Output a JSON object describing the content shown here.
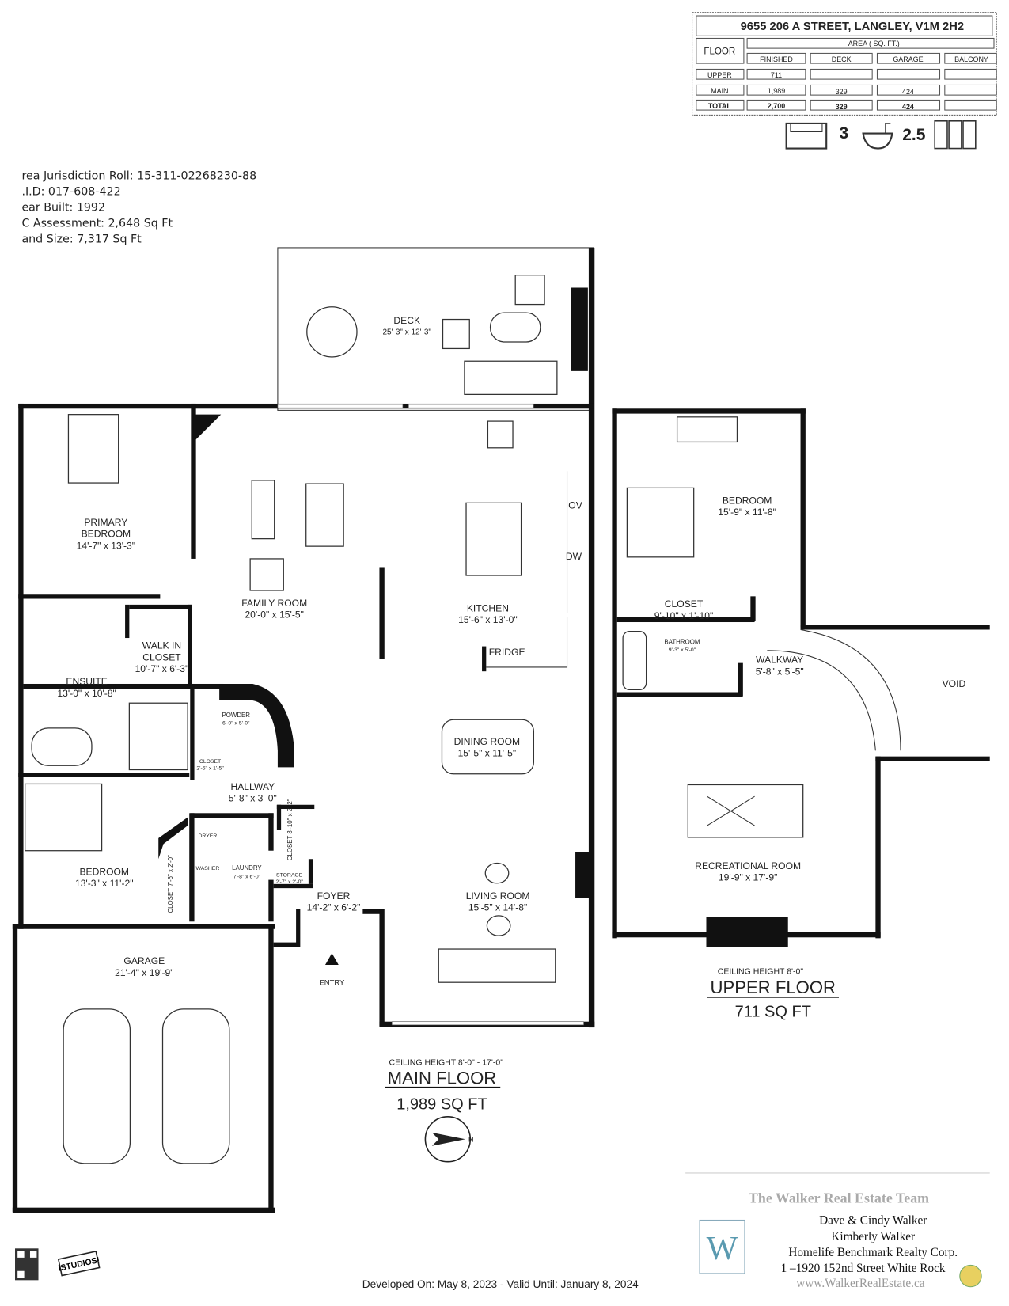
{
  "header": {
    "address": "9655 206 A STREET, LANGLEY, V1M 2H2",
    "area_header": "AREA ( SQ. FT.)",
    "floor_header": "FLOOR",
    "columns": [
      "FINISHED",
      "DECK",
      "GARAGE",
      "BALCONY"
    ],
    "rows": [
      {
        "floor": "UPPER",
        "finished": "711",
        "deck": "",
        "garage": "",
        "balcony": ""
      },
      {
        "floor": "MAIN",
        "finished": "1,989",
        "deck": "329",
        "garage": "424",
        "balcony": ""
      },
      {
        "floor": "TOTAL",
        "finished": "2,700",
        "deck": "329",
        "garage": "424",
        "balcony": ""
      }
    ],
    "bedrooms": "3",
    "bathrooms": "2.5"
  },
  "property_info": [
    "rea Jurisdiction Roll: 15-311-02268230-88",
    ".I.D: 017-608-422",
    "ear Built: 1992",
    "C Assessment: 2,648 Sq Ft",
    "and Size: 7,317 Sq Ft"
  ],
  "main_floor": {
    "rooms": {
      "deck": {
        "name": "DECK",
        "dims": "25'-3\" x 12'-3\""
      },
      "primary": {
        "name1": "PRIMARY",
        "name2": "BEDROOM",
        "dims": "14'-7\" x 13'-3\""
      },
      "family": {
        "name": "FAMILY ROOM",
        "dims": "20'-0\" x 15'-5\""
      },
      "kitchen": {
        "name": "KITCHEN",
        "dims": "15'-6\" x 13'-0\""
      },
      "walkin": {
        "name1": "WALK IN",
        "name2": "CLOSET",
        "dims": "10'-7\" x 6'-3\""
      },
      "ensuite": {
        "name": "ENSUITE",
        "dims": "13'-0\" x 10'-8\""
      },
      "powder": {
        "name": "POWDER",
        "dims": "6'-0\" x 5'-0\""
      },
      "closet_small": {
        "name": "CLOSET",
        "dims": "2'-5\" x 1'-5\""
      },
      "hallway": {
        "name": "HALLWAY",
        "dims": "5'-8\" x 3'-0\""
      },
      "dining": {
        "name": "DINING ROOM",
        "dims": "15'-5\" x 11'-5\""
      },
      "bedroom": {
        "name": "BEDROOM",
        "dims": "13'-3\" x 11'-2\""
      },
      "bedroom_closet": {
        "label": "CLOSET 7'-6\" x 2'-0\""
      },
      "laundry": {
        "name": "LAUNDRY",
        "dims": "7'-8\" x 6'-0\""
      },
      "storage": {
        "name": "STORAGE",
        "dims": "2'-7\" x 2'-0\""
      },
      "foyer_closet": {
        "label": "CLOSET 3'-10\" x 2'-2\""
      },
      "foyer": {
        "name": "FOYER",
        "dims": "14'-2\" x 6'-2\""
      },
      "living": {
        "name": "LIVING ROOM",
        "dims": "15'-5\" x 14'-8\""
      },
      "garage": {
        "name": "GARAGE",
        "dims": "21'-4\" x 19'-9\""
      }
    },
    "appliances": {
      "ov": "OV",
      "dw": "DW",
      "fridge": "FRIDGE",
      "dryer": "DRYER",
      "washer": "WASHER"
    },
    "entry": "ENTRY",
    "ceiling": "CEILING HEIGHT 8'-0\" - 17'-0\"",
    "title": "MAIN FLOOR",
    "area": "1,989 SQ FT"
  },
  "upper_floor": {
    "rooms": {
      "bedroom": {
        "name": "BEDROOM",
        "dims": "15'-9\" x 11'-8\""
      },
      "closet": {
        "name": "CLOSET",
        "dims": "9'-10\" x 1'-10\""
      },
      "bathroom": {
        "name": "BATHROOM",
        "dims": "9'-3\" x 5'-0\""
      },
      "walkway": {
        "name": "WALKWAY",
        "dims": "5'-8\" x 5'-5\""
      },
      "void": {
        "name": "VOID"
      },
      "rec": {
        "name": "RECREATIONAL ROOM",
        "dims": "19'-9\" x 17'-9\""
      }
    },
    "ceiling": "CEILING HEIGHT 8'-0\"",
    "title": "UPPER FLOOR",
    "area": "711 SQ FT"
  },
  "compass_label": "N",
  "footer": {
    "team": "The Walker Real Estate Team",
    "agents": "Dave & Cindy Walker",
    "agent2": "Kimberly Walker",
    "brokerage": "Homelife Benchmark Realty Corp.",
    "address": "1 –1920 152nd Street White Rock",
    "website": "www.WalkerRealEstate.ca",
    "developed": "Developed On: May 8, 2023 - Valid Until: January 8, 2024",
    "logo_letter": "W",
    "studio_logo": "iSTUDIOS!"
  }
}
